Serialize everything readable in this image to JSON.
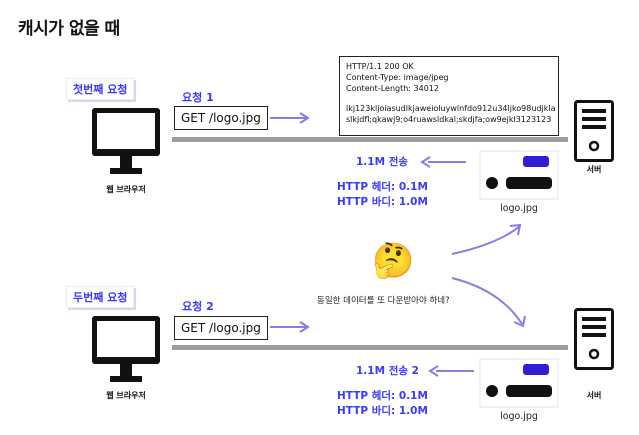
{
  "title": "캐시가 없을 때",
  "first": {
    "tag": "첫번째 요청",
    "req_title": "요청 1",
    "request": "GET /logo.jpg",
    "response_lines": [
      "HTTP/1.1 200 OK",
      "Content-Type: image/jpeg",
      "Content-Length: 34012",
      "",
      "lkj123kljoiasudlkjaweioluywlnfdo912u34ljko98udjkla",
      "slkjdfl;qkawj9;o4ruawsldkal;skdjfa;ow9ejkl3123123"
    ],
    "transfer": "1.1M 전송",
    "header_size": "HTTP 헤더: 0.1M",
    "body_size": "HTTP 바디: 1.0M",
    "file_caption": "logo.jpg"
  },
  "second": {
    "tag": "두번째 요청",
    "req_title": "요청 2",
    "request": "GET /logo.jpg",
    "transfer": "1.1M 전송 2",
    "header_size": "HTTP 헤더: 0.1M",
    "body_size": "HTTP 바디: 1.0M",
    "file_caption": "logo.jpg"
  },
  "browser_label": "웹 브라우저",
  "server_label": "서버",
  "thinking": {
    "emoji": "🤔",
    "text": "동일한 데이터를 또 다운받아야 하네?"
  },
  "colors": {
    "accent": "#3a3aff",
    "arrow": "#8c7ae6",
    "wire": "#9e9e9e"
  }
}
